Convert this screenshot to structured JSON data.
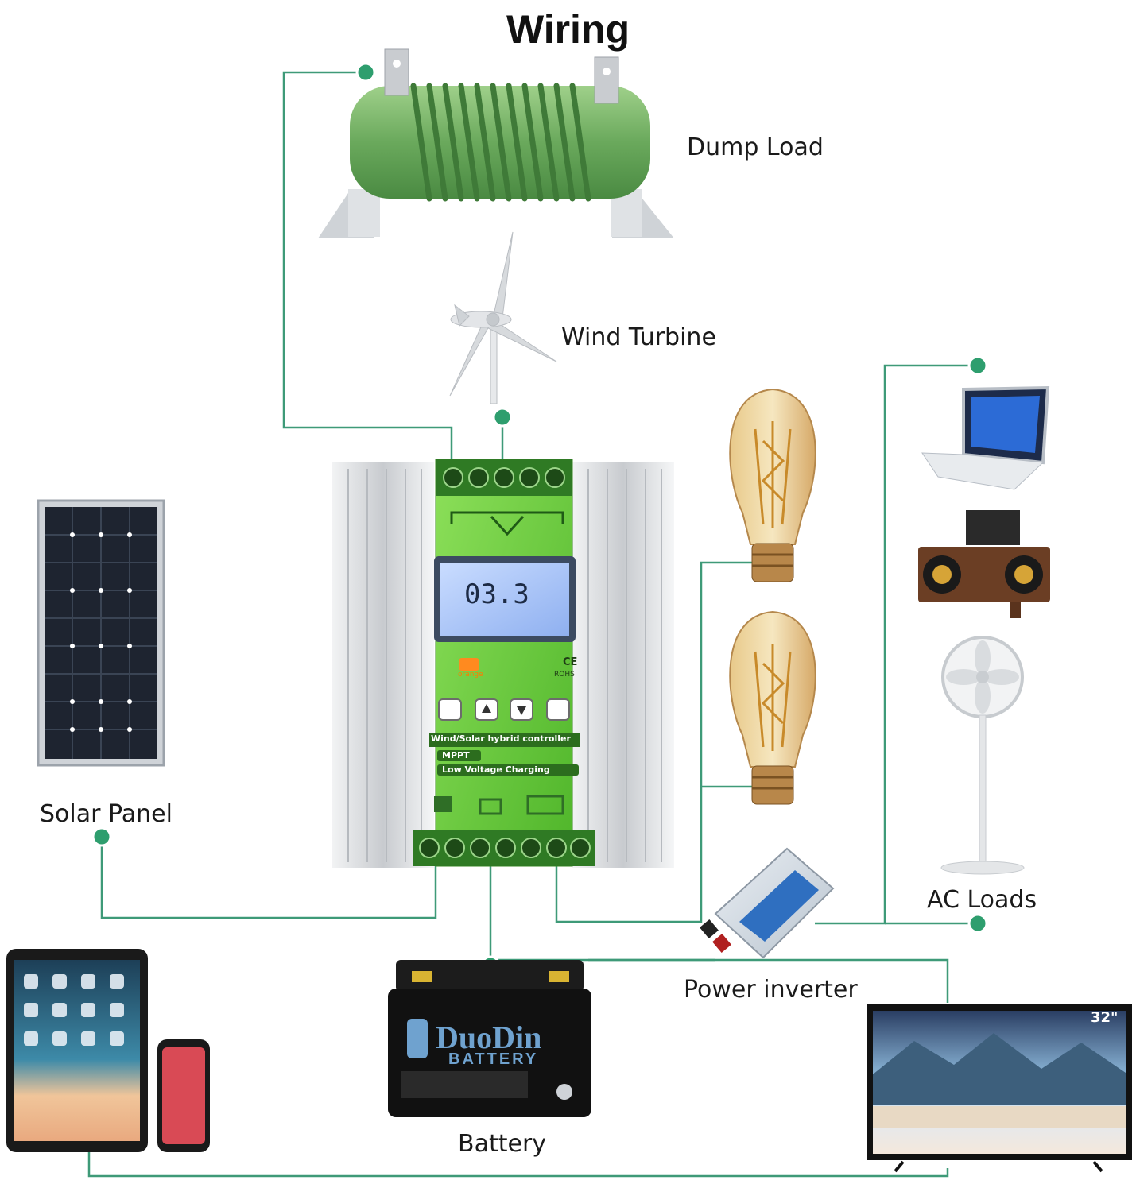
{
  "title": "Wiring",
  "labels": {
    "dump_load": "Dump Load",
    "wind_turbine": "Wind Turbine",
    "solar_panel": "Solar Panel",
    "battery": "Battery",
    "power_inverter": "Power inverter",
    "ac_loads": "AC Loads"
  },
  "controller": {
    "lcd_reading": "03.3",
    "product_line": "Wind/Solar hybrid controller",
    "badge_mppt": "MPPT",
    "badge_low_voltage": "Low Voltage Charging",
    "brand_mark": "orange",
    "cert_mark": "CE",
    "rohs_mark": "ROHS"
  },
  "battery_brand": {
    "name": "DuoDin",
    "sub": "BATTERY"
  },
  "tv_size": "32\"",
  "colors": {
    "wire": "#3e9a78",
    "node": "#2e9e6e",
    "controller_green": "#66cc33",
    "resistor_green": "#6fae62",
    "heatsink": "#d9dbdd"
  }
}
